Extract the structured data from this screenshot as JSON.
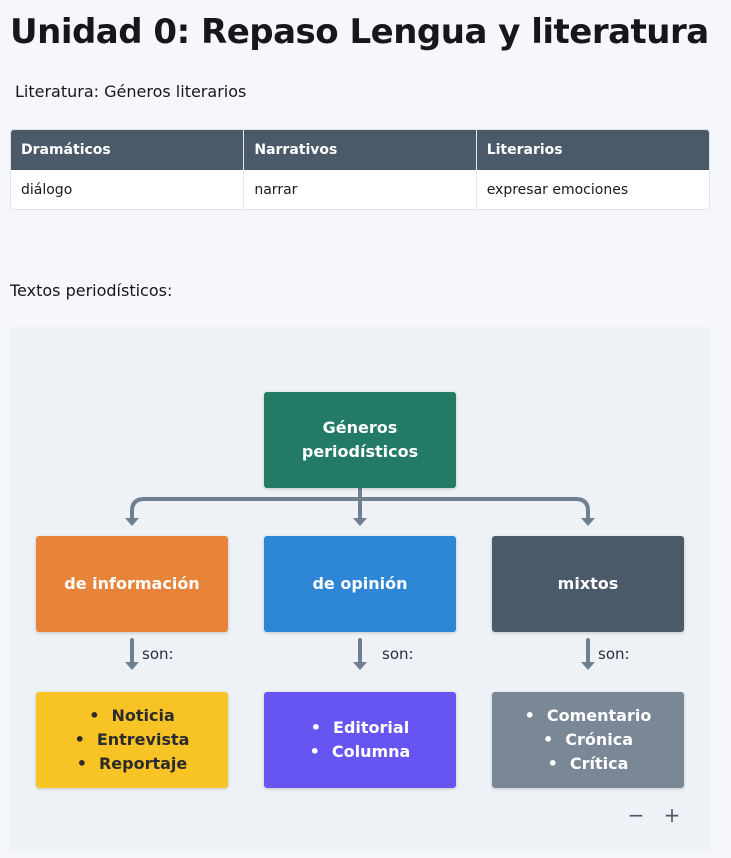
{
  "page": {
    "title": "Unidad 0: Repaso Lengua y literatura",
    "subtitle": "Literatura: Géneros literarios"
  },
  "table": {
    "headers": [
      "Dramáticos",
      "Narrativos",
      "Literarios"
    ],
    "row": [
      "diálogo",
      "narrar",
      "expresar emociones"
    ]
  },
  "section": {
    "label": "Textos periodísticos:"
  },
  "diagram": {
    "root": {
      "line1": "Géneros",
      "line2": "periodísticos",
      "color": "#237a65"
    },
    "connector_label": "son:",
    "categories": [
      {
        "label": "de información",
        "color": "#e8843a"
      },
      {
        "label": "de opinión",
        "color": "#2d86d6"
      },
      {
        "label": "mixtos",
        "color": "#4b5a69"
      }
    ],
    "leaves": [
      {
        "items": [
          "Noticia",
          "Entrevista",
          "Reportaje"
        ],
        "color": "#f7c325",
        "text_color": "#2b2b2b"
      },
      {
        "items": [
          "Editorial",
          "Columna"
        ],
        "color": "#6755f2",
        "text_color": "#ffffff"
      },
      {
        "items": [
          "Comentario",
          "Crónica",
          "Crítica"
        ],
        "color": "#7a8896",
        "text_color": "#ffffff"
      }
    ],
    "connector_color": "#6f7f8f",
    "zoom_out": "−",
    "zoom_in": "+"
  }
}
